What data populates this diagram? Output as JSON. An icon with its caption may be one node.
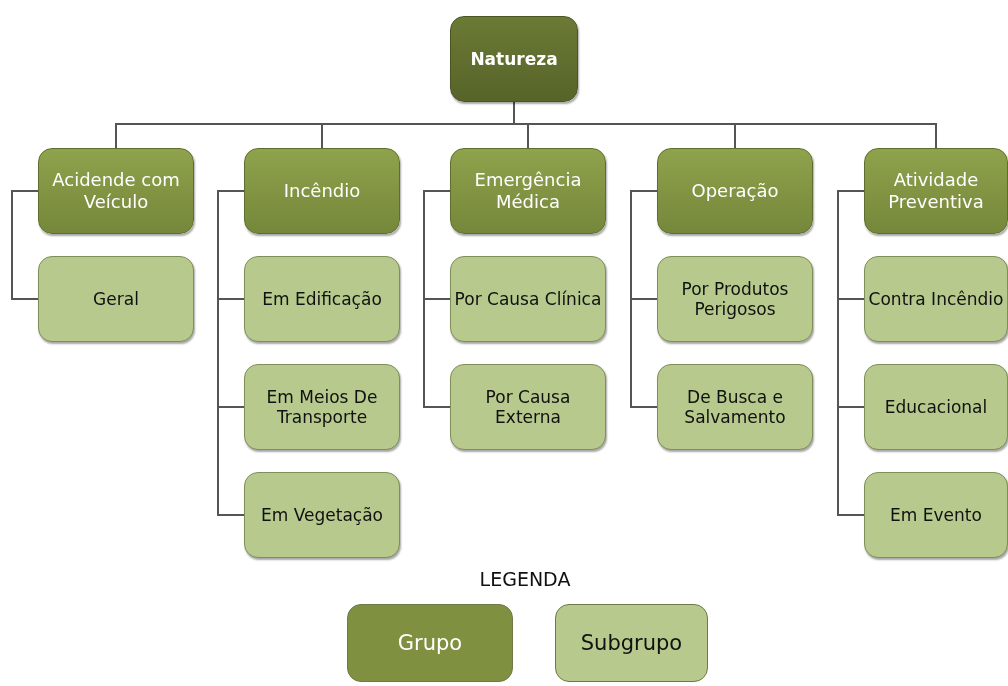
{
  "diagram": {
    "nodes": [
      {
        "text": [
          "Natureza"
        ]
      },
      {
        "text": [
          "Acidende com Veículo"
        ]
      },
      {
        "text": [
          "Incêndio"
        ]
      },
      {
        "text": [
          "Emergência Médica"
        ]
      },
      {
        "text": [
          "Operação"
        ]
      },
      {
        "text": [
          "Atividade Preventiva"
        ]
      },
      {
        "text": [
          "Geral"
        ]
      },
      {
        "text": [
          "Em Edificação"
        ]
      },
      {
        "text": [
          "Em Meios De Transporte"
        ]
      },
      {
        "text": [
          "Em Vegetação"
        ]
      },
      {
        "text": [
          "Por Causa Clínica"
        ]
      },
      {
        "text": [
          "Por Causa Externa"
        ]
      },
      {
        "text": [
          "Por Produtos Perigosos"
        ]
      },
      {
        "text": [
          "De Busca e Salvamento"
        ]
      },
      {
        "text": [
          "Contra Incêndio"
        ]
      },
      {
        "text": [
          "Educacional"
        ]
      },
      {
        "text": [
          "Em Evento"
        ]
      }
    ],
    "edges": [
      {
        "from": 0,
        "to": 1,
        "arrow": "none"
      },
      {
        "from": 0,
        "to": 2,
        "arrow": "none"
      },
      {
        "from": 0,
        "to": 3,
        "arrow": "none"
      },
      {
        "from": 0,
        "to": 4,
        "arrow": "none"
      },
      {
        "from": 0,
        "to": 5,
        "arrow": "none"
      },
      {
        "from": 1,
        "to": 6,
        "arrow": "none"
      },
      {
        "from": 2,
        "to": 7,
        "arrow": "none"
      },
      {
        "from": 2,
        "to": 8,
        "arrow": "none"
      },
      {
        "from": 2,
        "to": 9,
        "arrow": "none"
      },
      {
        "from": 3,
        "to": 10,
        "arrow": "none"
      },
      {
        "from": 3,
        "to": 11,
        "arrow": "none"
      },
      {
        "from": 4,
        "to": 12,
        "arrow": "none"
      },
      {
        "from": 4,
        "to": 13,
        "arrow": "none"
      },
      {
        "from": 5,
        "to": 14,
        "arrow": "none"
      },
      {
        "from": 5,
        "to": 15,
        "arrow": "none"
      },
      {
        "from": 5,
        "to": 16,
        "arrow": "none"
      }
    ],
    "labels": [
      "LEGENDA"
    ],
    "legend": [
      {
        "text": "Grupo",
        "color": "#7f9140"
      },
      {
        "text": "Subgrupo",
        "color": "#b7c98c"
      }
    ]
  }
}
